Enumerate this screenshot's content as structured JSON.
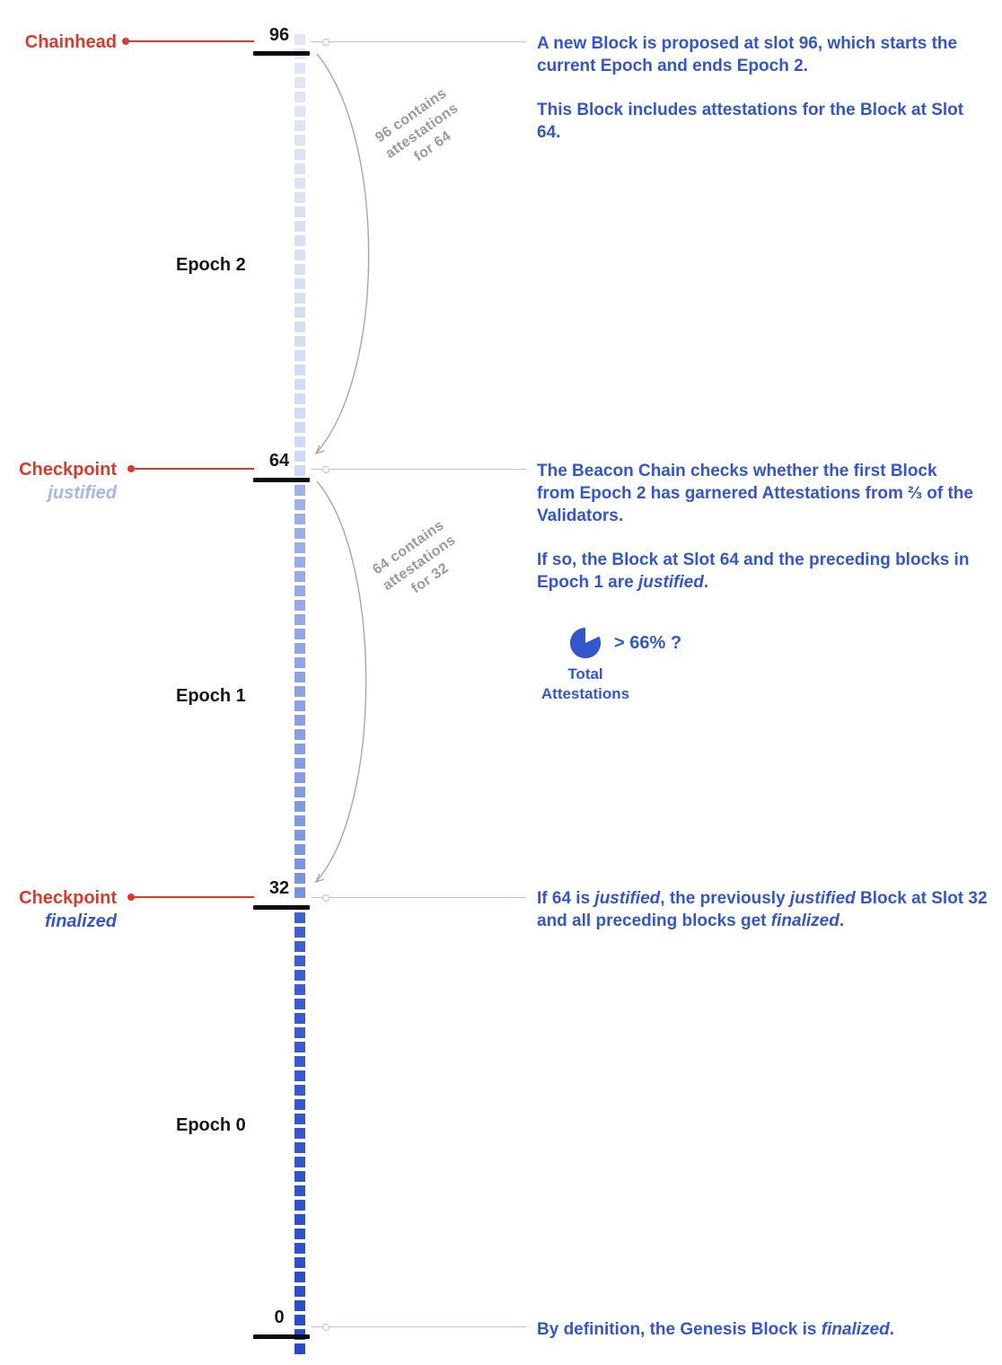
{
  "colors": {
    "annotation_blue": "#3456cd",
    "red": "#d93a2c",
    "gray_label": "#9a9a9a",
    "arrow_gray": "#a6a6a6",
    "justified_blue": "#a6b5ea",
    "connector_blue": "#b7c3ee"
  },
  "timeline": {
    "epochs": [
      {
        "label": "Epoch 2",
        "color_top": "#e2e7f8",
        "color_bottom": "#cfd9f4"
      },
      {
        "label": "Epoch 1",
        "color_top": "#9fb2e8",
        "color_bottom": "#7a93de"
      },
      {
        "label": "Epoch 0",
        "color_top": "#4060d0",
        "color_bottom": "#2b4bc5"
      }
    ],
    "slots": [
      {
        "number": "96"
      },
      {
        "number": "64"
      },
      {
        "number": "32"
      },
      {
        "number": "0"
      }
    ]
  },
  "left_labels": {
    "chainhead": "Chainhead",
    "checkpoint_justified": {
      "title": "Checkpoint",
      "status": "justified"
    },
    "checkpoint_finalized": {
      "title": "Checkpoint",
      "status": "finalized"
    }
  },
  "arrows": [
    {
      "lines": [
        "96 contains",
        "attestations",
        "for 64"
      ]
    },
    {
      "lines": [
        "64 contains",
        "attestations",
        "for 32"
      ]
    }
  ],
  "annotations": {
    "slot96": {
      "p1": "A new Block is proposed at slot 96, which starts the current Epoch and ends Epoch 2.",
      "p2": "This Block includes attestations for the Block at Slot 64."
    },
    "slot64": {
      "p1": "The Beacon Chain checks whether the first Block from Epoch 2 has garnered Attestations from ⅔ of the Validators.",
      "p2_parts": [
        "If so, the Block at Slot 64 and the preceding blocks in Epoch 1 are ",
        "justified",
        "."
      ],
      "pie_label": "> 66% ?",
      "pie_caption_line1": "Total",
      "pie_caption_line2": "Attestations"
    },
    "slot32": {
      "parts": [
        "If 64 is ",
        "justified",
        ", the previously ",
        "justified",
        " Block at Slot 32 and all preceding blocks get ",
        "finalized",
        "."
      ]
    },
    "slot0": {
      "parts": [
        "By definition, the Genesis Block is ",
        "finalized",
        "."
      ]
    }
  }
}
